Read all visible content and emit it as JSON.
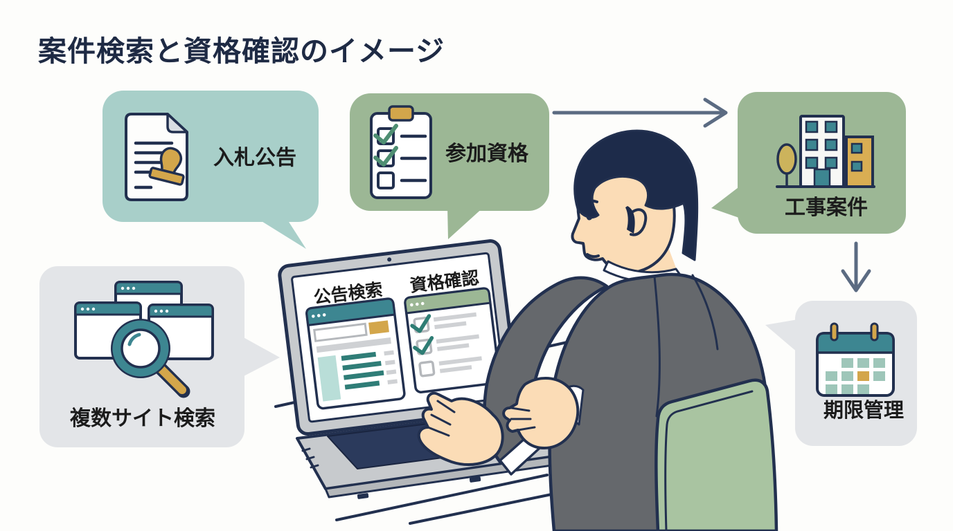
{
  "title": "案件検索と資格確認のイメージ",
  "bubbles": {
    "bid_notice": {
      "label": "入札公告",
      "icon": "document-stamp-icon",
      "color": "#a8cfc9"
    },
    "participation_qualification": {
      "label": "参加資格",
      "icon": "clipboard-checklist-icon",
      "color": "#9cb795"
    },
    "construction_project": {
      "label": "工事案件",
      "icon": "buildings-icon",
      "color": "#9cb795"
    },
    "deadline_management": {
      "label": "期限管理",
      "icon": "calendar-icon",
      "color": "#e3e5e8"
    },
    "multi_site_search": {
      "label": "複数サイト検索",
      "icon": "browsers-magnifier-icon",
      "color": "#e3e5e8"
    }
  },
  "laptop_screen": {
    "left_panel_title": "公告検索",
    "right_panel_title": "資格確認"
  },
  "flow": [
    "参加資格 → 工事案件",
    "工事案件 → 期限管理"
  ],
  "colors": {
    "title_text": "#1e2a44",
    "label_text": "#1b1b1b",
    "outline_navy": "#22304f",
    "arrow": "#5b6b82",
    "teal_bubble": "#a8cfc9",
    "green_bubble": "#9cb795",
    "gray_bubble": "#e3e5e8",
    "teal_accent": "#3d8691",
    "teal_dark_bar": "#2f7d77",
    "teal_light": "#b9ded8",
    "calendar_cell": "#9ec6b9",
    "check_green": "#4e8e72",
    "gold": "#d3a64b",
    "skin": "#fbdcb6",
    "hair": "#1d2b4a",
    "suit": "#65686c",
    "chair": "#a9c4a1",
    "laptop_frame": "#c7cacd",
    "keyboard": "#2b3a5c",
    "bar_gray": "#cfd1d4"
  }
}
